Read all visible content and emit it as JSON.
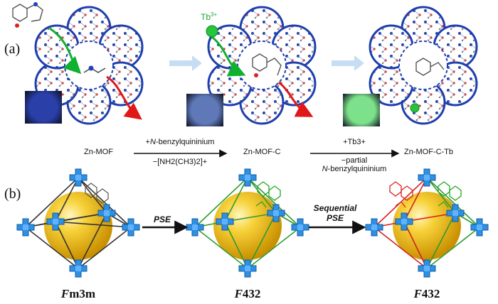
{
  "panel_a": {
    "label": "(a)",
    "compounds": [
      "Zn-MOF",
      "Zn-MOF-C",
      "Zn-MOF-C-Tb"
    ],
    "ion_label": "Tb",
    "ion_charge": "3+",
    "reaction1": {
      "above_prefix": "+",
      "above_italic": "N",
      "above_rest": "-benzylquininium",
      "below": "−[NH2(CH3)2]+"
    },
    "reaction2": {
      "above": "+Tb3+",
      "below_line1": "−partial",
      "below_italic": "N",
      "below_line2": "-benzylquininium"
    },
    "photo_colors": [
      "#2a3fa8",
      "#5f78b8",
      "#7de08a"
    ]
  },
  "panel_b": {
    "label": "(b)",
    "space_groups": [
      {
        "italic": "F",
        "rest": "m3m"
      },
      {
        "italic": "F",
        "rest": "432"
      },
      {
        "italic": "F",
        "rest": "432"
      }
    ],
    "step1": "PSE",
    "step2_line1": "Sequential",
    "step2_line2": "PSE",
    "colors": {
      "cage1_edges": "#333333",
      "cage2_edges": "#2f9a2f",
      "cage3_edges_a": "#d62020",
      "cage3_edges_b": "#2f9a2f",
      "node": "#2f8fe0",
      "sphere": "#f2c322",
      "guest_green": "#22a822",
      "guest_red": "#e02020",
      "guest_gray": "#666666"
    }
  }
}
